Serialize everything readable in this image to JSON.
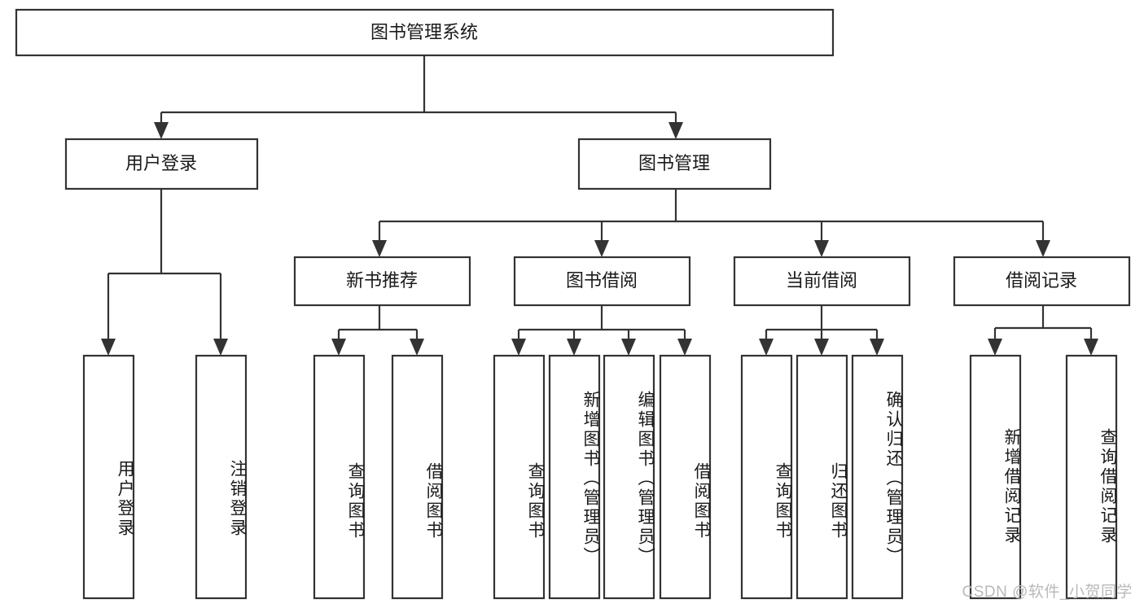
{
  "diagram": {
    "title": "图书管理系统",
    "type": "hierarchy-tree",
    "levels": 4,
    "root": {
      "id": "root",
      "label": "图书管理系统",
      "orientation": "horizontal"
    },
    "level2": [
      {
        "id": "user-login",
        "label": "用户登录",
        "orientation": "horizontal"
      },
      {
        "id": "book-manage",
        "label": "图书管理",
        "orientation": "horizontal"
      }
    ],
    "level3": [
      {
        "id": "new-book-rec",
        "label": "新书推荐",
        "parent": "book-manage",
        "orientation": "horizontal"
      },
      {
        "id": "book-borrow",
        "label": "图书借阅",
        "parent": "book-manage",
        "orientation": "horizontal"
      },
      {
        "id": "current-borrow",
        "label": "当前借阅",
        "parent": "book-manage",
        "orientation": "horizontal"
      },
      {
        "id": "borrow-record",
        "label": "借阅记录",
        "parent": "book-manage",
        "orientation": "horizontal"
      }
    ],
    "leaves": [
      {
        "id": "leaf-user-login",
        "label": "用户登录",
        "parent": "user-login",
        "orientation": "vertical"
      },
      {
        "id": "leaf-user-logout",
        "label": "注销登录",
        "parent": "user-login",
        "orientation": "vertical"
      },
      {
        "id": "leaf-query-book-1",
        "label": "查询图书",
        "parent": "new-book-rec",
        "orientation": "vertical"
      },
      {
        "id": "leaf-borrow-book-1",
        "label": "借阅图书",
        "parent": "new-book-rec",
        "orientation": "vertical"
      },
      {
        "id": "leaf-query-book-2",
        "label": "查询图书",
        "parent": "book-borrow",
        "orientation": "vertical"
      },
      {
        "id": "leaf-add-book",
        "label": "新增图书（管理员）",
        "parent": "book-borrow",
        "orientation": "vertical"
      },
      {
        "id": "leaf-edit-book",
        "label": "编辑图书（管理员）",
        "parent": "book-borrow",
        "orientation": "vertical"
      },
      {
        "id": "leaf-borrow-book-2",
        "label": "借阅图书",
        "parent": "book-borrow",
        "orientation": "vertical"
      },
      {
        "id": "leaf-query-book-3",
        "label": "查询图书",
        "parent": "current-borrow",
        "orientation": "vertical"
      },
      {
        "id": "leaf-return-book",
        "label": "归还图书",
        "parent": "current-borrow",
        "orientation": "vertical"
      },
      {
        "id": "leaf-confirm-return",
        "label": "确认归还（管理员）",
        "parent": "current-borrow",
        "orientation": "vertical"
      },
      {
        "id": "leaf-add-record",
        "label": "新增借阅记录",
        "parent": "borrow-record",
        "orientation": "vertical"
      },
      {
        "id": "leaf-query-record",
        "label": "查询借阅记录",
        "parent": "borrow-record",
        "orientation": "vertical"
      }
    ],
    "watermark": "CSDN @软件_小贺同学",
    "colors": {
      "background": "#ffffff",
      "box_stroke": "#333333",
      "box_fill": "#ffffff",
      "text": "#1a1a1a",
      "connector": "#333333",
      "watermark": "#b9b9b9"
    }
  }
}
